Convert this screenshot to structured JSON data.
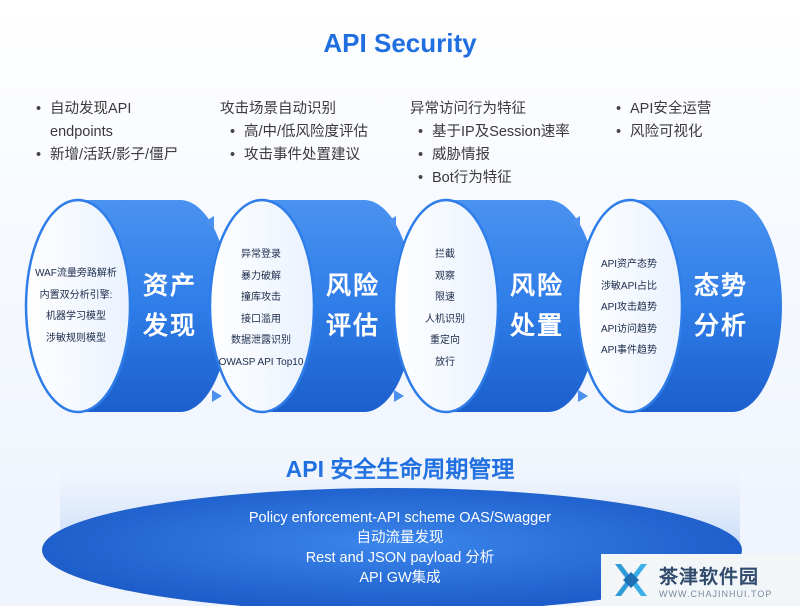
{
  "title": "API Security",
  "features": [
    {
      "items": [
        "自动发现API endpoints",
        "新增/活跃/影子/僵尸"
      ]
    },
    {
      "heading": "攻击场景自动识别",
      "items": [
        "高/中/低风险度评估",
        "攻击事件处置建议"
      ]
    },
    {
      "heading": "异常访问行为特征",
      "items": [
        "基于IP及Session速率",
        "威胁情报",
        "Bot行为特征"
      ]
    },
    {
      "items": [
        "API安全运营",
        "风险可视化"
      ]
    }
  ],
  "stages": [
    {
      "label_1": "资产",
      "label_2": "发现",
      "details": [
        "WAF流量旁路解析",
        "内置双分析引擎:",
        "机器学习模型",
        "涉敏规则模型"
      ]
    },
    {
      "label_1": "风险",
      "label_2": "评估",
      "details": [
        "异常登录",
        "暴力破解",
        "撞库攻击",
        "接口滥用",
        "数据泄露识别",
        "OWASP API Top10"
      ]
    },
    {
      "label_1": "风险",
      "label_2": "处置",
      "details": [
        "拦截",
        "观察",
        "限速",
        "人机识别",
        "重定向",
        "放行"
      ]
    },
    {
      "label_1": "态势",
      "label_2": "分析",
      "details": [
        "API资产态势",
        "涉敏API占比",
        "API攻击趋势",
        "API访问趋势",
        "API事件趋势"
      ]
    }
  ],
  "lifecycle_title": "API 安全生命周期管理",
  "base_lines": [
    "Policy enforcement-API scheme OAS/Swagger",
    "自动流量发现",
    "Rest and JSON payload 分析",
    "API GW集成"
  ],
  "watermark": {
    "name": "茶津软件园",
    "url": "WWW.CHAJINHUI.TOP"
  },
  "colors": {
    "accent": "#1f6fe0",
    "cylinder": "#2f7de8",
    "cylinder_dark": "#1e63cf"
  }
}
